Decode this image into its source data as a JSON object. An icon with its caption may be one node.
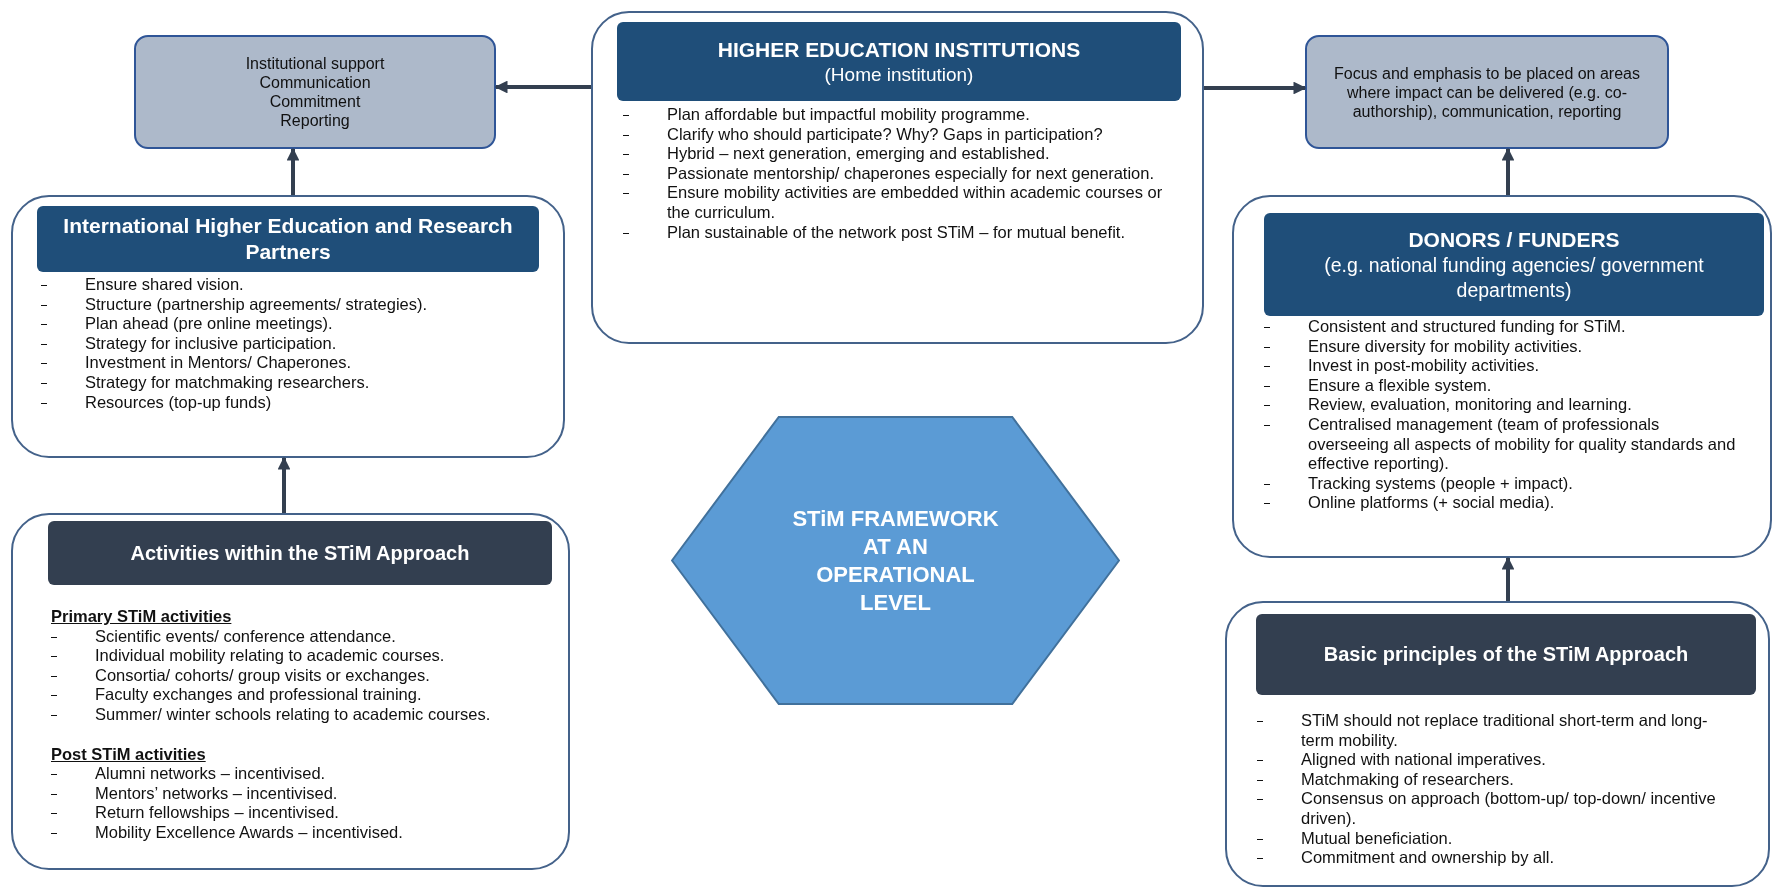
{
  "diagram": {
    "nodes": [
      {
        "text": [
          "Institutional support",
          "Communication",
          "Commitment",
          "Reporting"
        ]
      },
      {
        "text": [
          "Plan affordable but impactful mobility programme.",
          "Clarify who should participate? Why? Gaps in participation?",
          "Hybrid – next generation, emerging and established.",
          "Passionate mentorship/ chaperones especially for next generation.",
          "Ensure mobility activities are embedded within academic courses or the curriculum.",
          "Plan sustainable of the network post STiM – for mutual benefit."
        ]
      },
      {
        "text": [
          "HIGHER EDUCATION INSTITUTIONS",
          "(Home institution)"
        ],
        "in": 1
      },
      {
        "text": [
          "Focus and emphasis to be placed on areas where impact can be delivered (e.g. co-authorship), communication, reporting"
        ]
      },
      {
        "text": [
          "Ensure shared vision.",
          "Structure (partnership agreements/ strategies).",
          "Plan ahead (pre online meetings).",
          "Strategy for inclusive participation.",
          "Investment in Mentors/ Chaperones.",
          "Strategy for matchmaking researchers.",
          "Resources (top-up funds)"
        ]
      },
      {
        "text": [
          "International Higher Education and Research Partners"
        ],
        "in": 4
      },
      {
        "text": [
          "Consistent and structured funding for STiM.",
          "Ensure diversity for mobility activities.",
          "Invest in post-mobility activities.",
          "Ensure a flexible system.",
          "Review, evaluation, monitoring and learning.",
          "Centralised management (team of professionals overseeing all aspects of mobility for quality standards and effective reporting).",
          "Tracking systems (people + impact).",
          "Online platforms (+ social media)."
        ]
      },
      {
        "text": [
          "DONORS / FUNDERS",
          "(e.g. national funding agencies/ government departments)"
        ],
        "in": 6
      },
      {
        "text": [
          "STiM FRAMEWORK AT AN OPERATIONAL LEVEL"
        ]
      },
      {
        "text": [
          "Primary STiM activities",
          "Scientific events/ conference attendance.",
          "Individual mobility relating to academic courses.",
          "Consortia/ cohorts/ group visits or exchanges.",
          "Faculty exchanges and professional training.",
          "Summer/ winter schools relating to academic courses.",
          "Post STiM activities",
          "Alumni networks – incentivised.",
          "Mentors’ networks – incentivised.",
          "Return fellowships – incentivised.",
          "Mobility Excellence Awards – incentivised."
        ]
      },
      {
        "text": [
          "Activities within the STiM Approach"
        ],
        "in": 9
      },
      {
        "text": [
          "STiM should not replace traditional short-term and long-term mobility.",
          "Aligned with national imperatives.",
          "Matchmaking of researchers.",
          "Consensus on approach (bottom-up/ top-down/ incentive driven).",
          "Mutual beneficiation.",
          "Commitment and ownership by all."
        ]
      },
      {
        "text": [
          "Basic principles of the STiM Approach"
        ],
        "in": 11
      }
    ],
    "edges": [
      {
        "from": 1,
        "to": 0,
        "arrow": "to"
      },
      {
        "from": 1,
        "to": 3,
        "arrow": "to"
      },
      {
        "from": 4,
        "to": 0,
        "arrow": "to"
      },
      {
        "from": 9,
        "to": 4,
        "arrow": "to"
      },
      {
        "from": 6,
        "to": 3,
        "arrow": "to"
      },
      {
        "from": 11,
        "to": 6,
        "arrow": "to"
      }
    ]
  }
}
